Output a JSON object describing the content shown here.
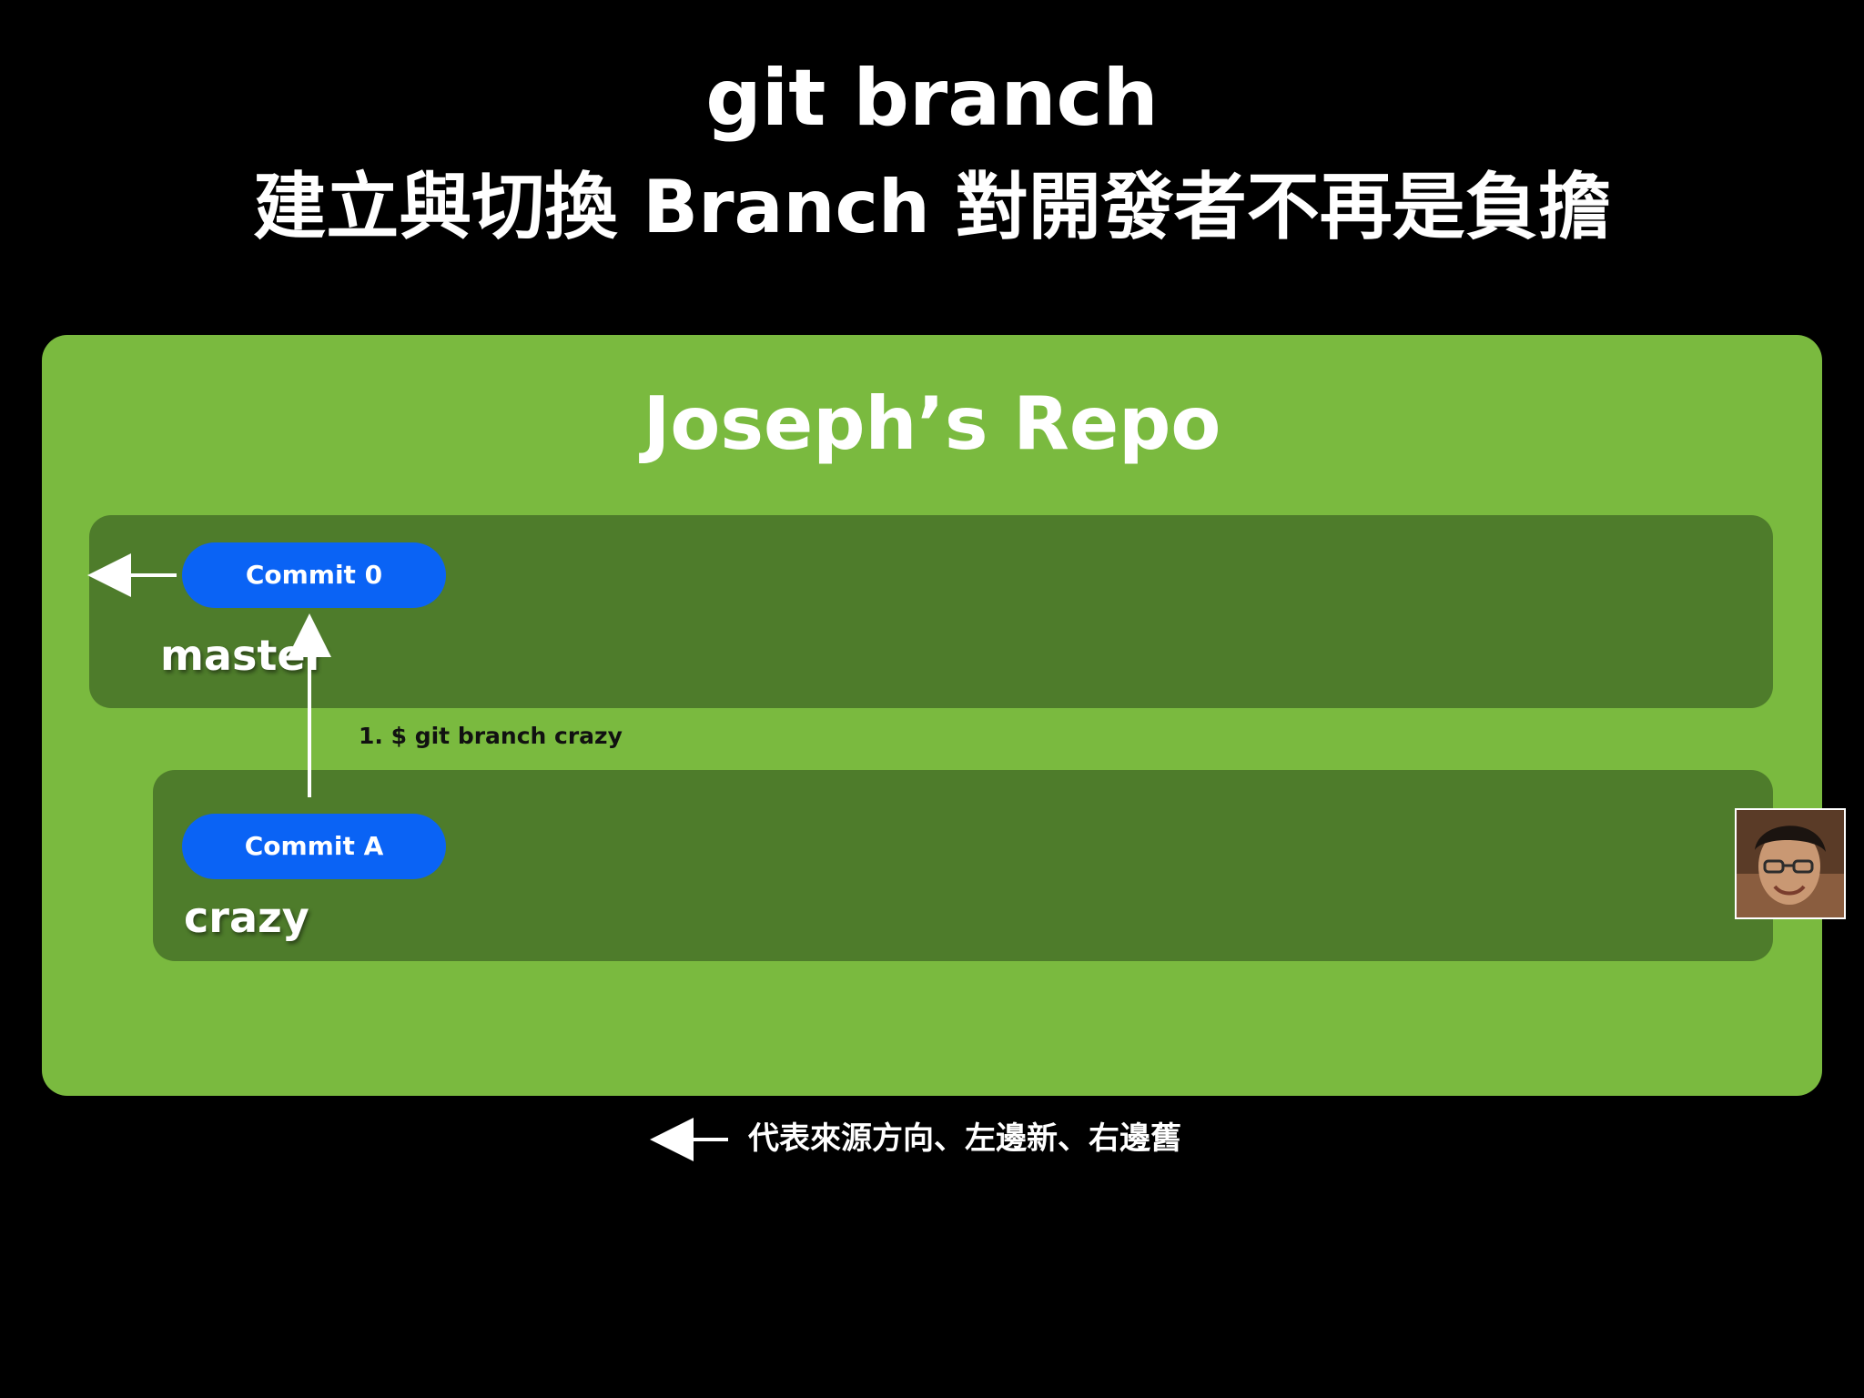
{
  "header": {
    "title": "git branch",
    "subtitle": "建立與切換 Branch 對開發者不再是負擔"
  },
  "repo": {
    "title": "Joseph’s Repo",
    "branches": {
      "master": {
        "label": "master",
        "commit": "Commit 0"
      },
      "crazy": {
        "label": "crazy",
        "commit": "Commit A"
      }
    },
    "command": "1. $ git branch crazy"
  },
  "legend": {
    "text": "代表來源方向、左邊新、右邊舊"
  },
  "colors": {
    "background": "#000000",
    "repo": "#7aba3f",
    "lane": "#4e7c2b",
    "commit": "#0a63f5",
    "text": "#ffffff"
  }
}
